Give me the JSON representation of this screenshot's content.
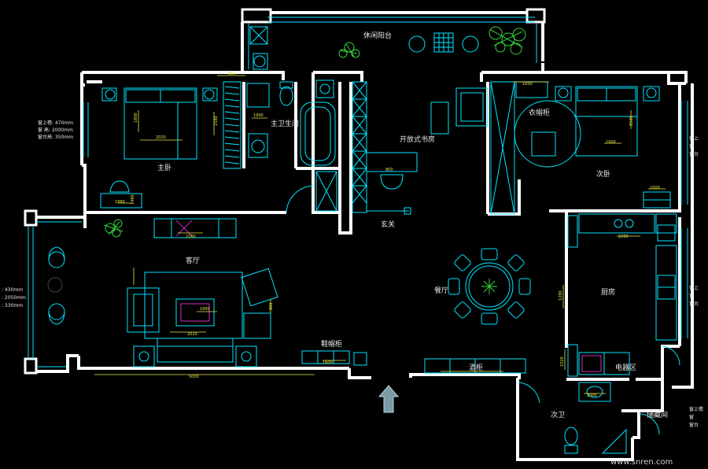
{
  "rooms": {
    "leisure_balcony": "休闲阳台",
    "master_bath": "主卫生间",
    "master_bedroom": "主卧",
    "open_study": "开放式书房",
    "wardrobe": "衣帽柜",
    "second_bedroom": "次卧",
    "entrance": "玄关",
    "living_room": "客厅",
    "dining_room": "餐厅",
    "kitchen": "厨房",
    "shoe_cabinet": "鞋帽柜",
    "wine_cabinet": "酒柜",
    "appliance_area": "电器区",
    "second_bath": "次卫",
    "storage_room": "储藏间"
  },
  "window_notes": {
    "left_upper": [
      "窗上檐: 470mm",
      "窗    高: 2000mm",
      "窗台高: 350mm"
    ],
    "left_middle": [
      ": 430mm",
      ": 2050mm",
      ": 330mm"
    ],
    "right_upper": [
      "窗上",
      "窗",
      "窗台"
    ],
    "right_middle": [
      "窗上",
      "窗",
      "窗台"
    ],
    "right_lower": [
      "窗上檐",
      "窗",
      "窗台"
    ]
  },
  "dimensions": [
    "860",
    "2020",
    "1800",
    "1580",
    "1880",
    "1480",
    "2280",
    "1900",
    "2020",
    "1600",
    "880",
    "800",
    "1900",
    "2500",
    "1000",
    "1000",
    "2200",
    "1280",
    "1520",
    "2000",
    "1900",
    "5000"
  ],
  "watermark": "www.snren.com",
  "colors": {
    "wall": "#ffffff",
    "furniture": "#00e5ff",
    "dimension": "#e8e84a",
    "plant": "#36d13a",
    "accent": "#ff3bf0"
  }
}
